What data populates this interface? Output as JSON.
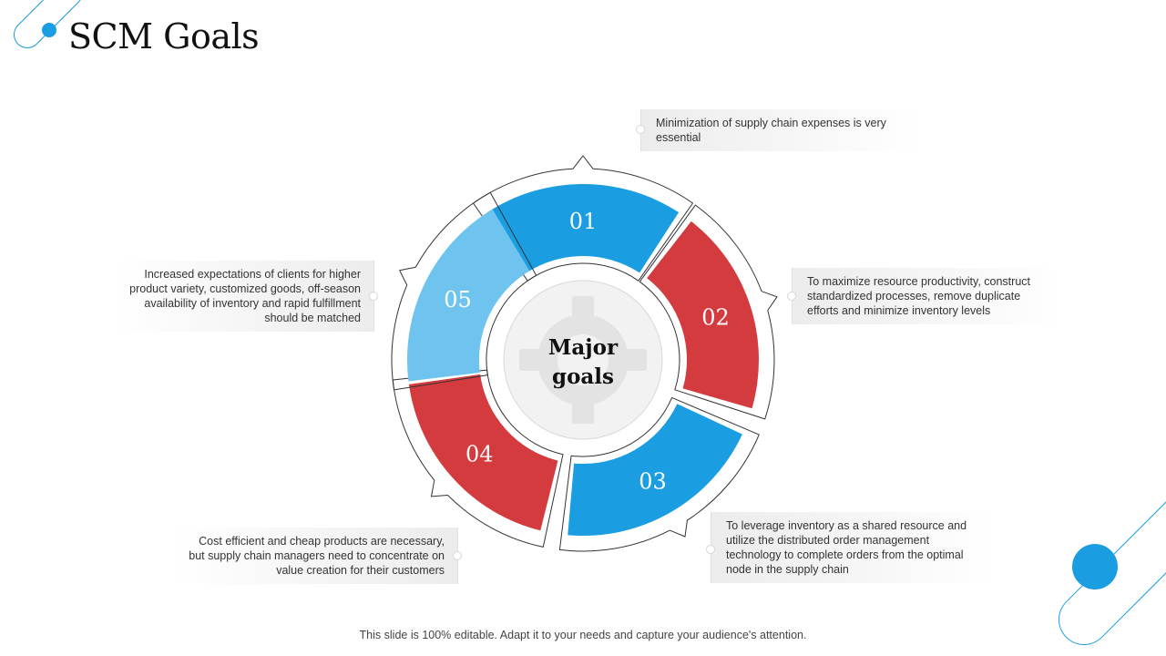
{
  "title": "SCM Goals",
  "center": {
    "line1": "Major",
    "line2": "goals"
  },
  "segments": [
    {
      "number": "01",
      "color": "#1b9de2",
      "text": "Minimization of supply chain expenses is very essential"
    },
    {
      "number": "02",
      "color": "#d33b3e",
      "text": "To maximize resource productivity, construct standardized processes, remove duplicate efforts and minimize inventory levels"
    },
    {
      "number": "03",
      "color": "#1b9de2",
      "text": "To leverage inventory as a shared resource and utilize the distributed order management technology to complete orders from the optimal node in the supply chain"
    },
    {
      "number": "04",
      "color": "#d33b3e",
      "text": "Cost efficient and cheap products are necessary, but supply chain managers need to concentrate on value creation for their customers"
    },
    {
      "number": "05",
      "color": "#6ec4ef",
      "text": "Increased expectations of clients for higher product variety, customized goods, off-season availability of inventory and rapid fulfillment should be matched"
    }
  ],
  "footer": "This slide is 100% editable. Adapt it to your needs and capture your audience's attention.",
  "colors": {
    "accent": "#1b9de2",
    "title": "#111111"
  },
  "icons": {
    "center": "crosshair-icon"
  }
}
